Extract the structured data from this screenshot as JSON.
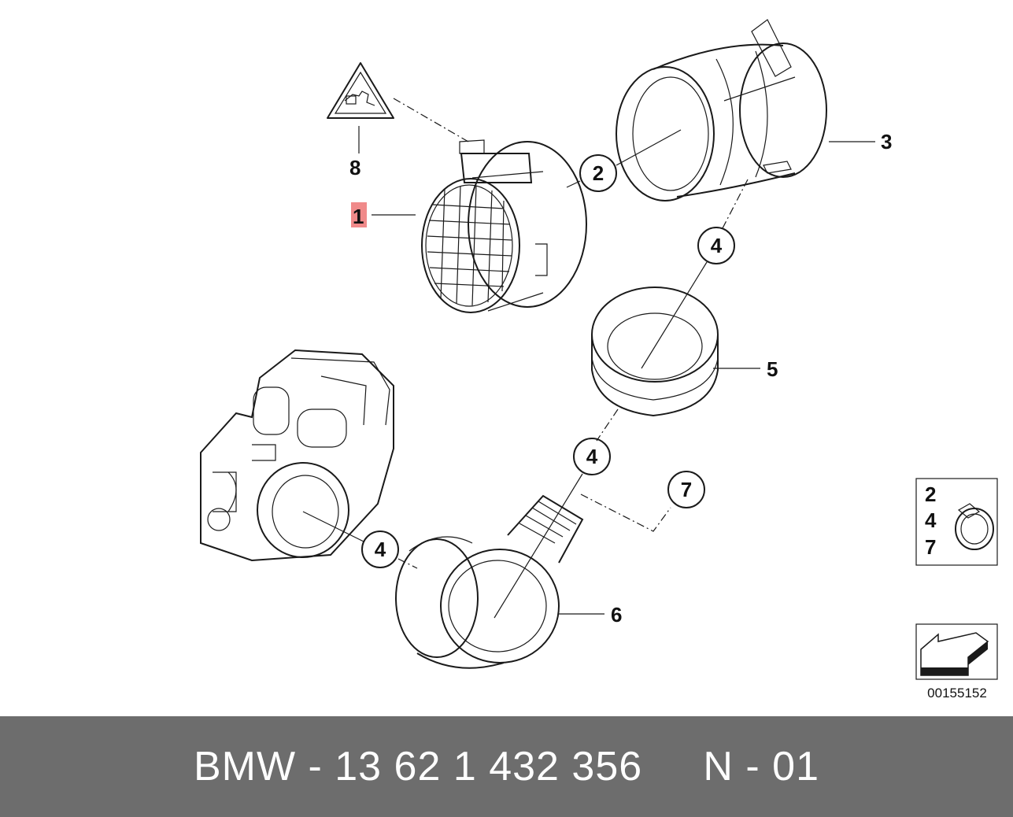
{
  "callouts": {
    "c1": "1",
    "c2": "2",
    "c3": "3",
    "c4a": "4",
    "c4b": "4",
    "c4c": "4",
    "c5": "5",
    "c6": "6",
    "c7": "7",
    "c8": "8"
  },
  "highlight_color": "#f08a8a",
  "legend_box": {
    "items": [
      "2",
      "4",
      "7"
    ]
  },
  "diagram_id": "00155152",
  "footer": {
    "text": "BMW - 13 62 1 432 356     N - 01"
  }
}
